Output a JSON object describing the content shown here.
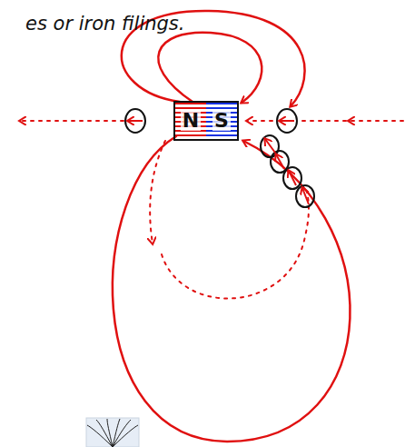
{
  "diagram": {
    "nodes": [
      {
        "text": [
          "N"
        ]
      },
      {
        "text": [
          "S"
        ]
      }
    ],
    "labels": [
      "es or iron filings."
    ]
  }
}
